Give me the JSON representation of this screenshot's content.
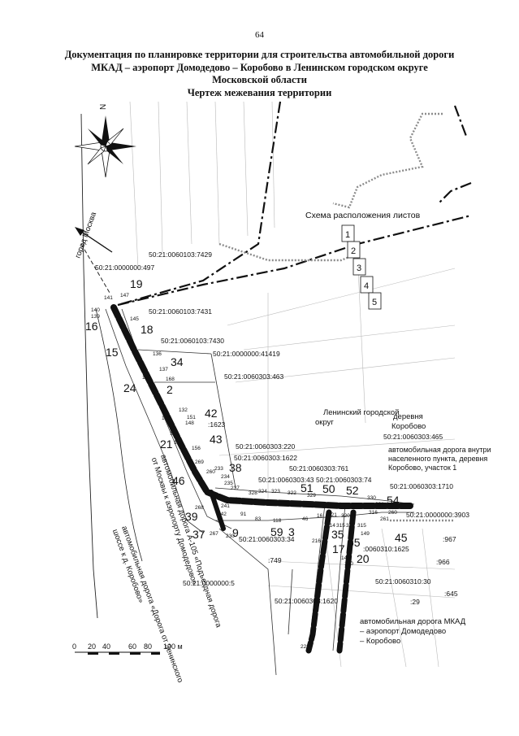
{
  "page_number": "64",
  "title_lines": [
    "Документация по планировке территории для строительства автомобильной дороги",
    "МКАД – аэропорт Домодедово – Коробово в Ленинском городском округе",
    "Московской области",
    "Чертеж межевания территории"
  ],
  "compass_label": "N",
  "sheet_scheme": {
    "title": "Схема расположения листов",
    "sheets": [
      "1",
      "2",
      "3",
      "4",
      "5"
    ]
  },
  "scale_bar": {
    "ticks": [
      "0",
      "20",
      "40",
      "60",
      "80",
      "100 м"
    ]
  },
  "labels": {
    "moscow": "город Москва",
    "leninsky": "Ленинский городской округ",
    "korobovo": "деревня Коробово",
    "road_local": "автомобильная дорога внутри населенного пункта, деревня Коробово, участок 1",
    "road_a105": "автомобильная дорога А-105 «Подъездная дорога от Москвы к аэропорту Домодедово»",
    "road_zenino": "автомобильная дорога «Дорога от Зенинского шоссе к д. Коробово»",
    "road_main": "автомобильная дорога МКАД – аэропорт Домодедово – Коробово"
  },
  "cadastral": [
    "50:21:0060103:7429",
    "50:21:0000000:497",
    "50:21:0060103:7431",
    "50:21:0060103:7430",
    "50:21:0000000:41419",
    "50:21:0060303:463",
    ":1623",
    "50:21:0060303:220",
    "50:21:0060303:1622",
    "50:21:0060303:761",
    "50:21:0060303:43",
    "50:21:0060303:74",
    "50:21:0060303:1710",
    "50:21:0060303:465",
    "50:21:0060303:34",
    ":749",
    "50:21:0000000:3903",
    ":967",
    ":966",
    "50:21:0000000:5",
    "50:21:0060303:1620",
    "50:21:0060310:30",
    ":645",
    ":29",
    ":0060310:1625"
  ],
  "plot_numbers": [
    "19",
    "16",
    "18",
    "15",
    "34",
    "24",
    "2",
    "42",
    "21",
    "43",
    "46",
    "38",
    "39",
    "37",
    "9",
    "59",
    "3",
    "51",
    "50",
    "52",
    "54",
    "35",
    "17",
    "55",
    "20",
    "45"
  ],
  "small_numbers": [
    "141",
    "147",
    "140",
    "139",
    "145",
    "136",
    "137",
    "168",
    "130",
    "132",
    "145",
    "148",
    "151",
    "154",
    "155",
    "156",
    "269",
    "260",
    "233",
    "234",
    "235",
    "237",
    "328",
    "324",
    "323",
    "322",
    "329",
    "330",
    "331",
    "240",
    "241",
    "242",
    "268",
    "267",
    "230",
    "91",
    "83",
    "118",
    "46",
    "16",
    "321",
    "320",
    "314",
    "315",
    "318",
    "315",
    "216",
    "149",
    "148",
    "150",
    "261",
    "260",
    "316",
    "223"
  ]
}
